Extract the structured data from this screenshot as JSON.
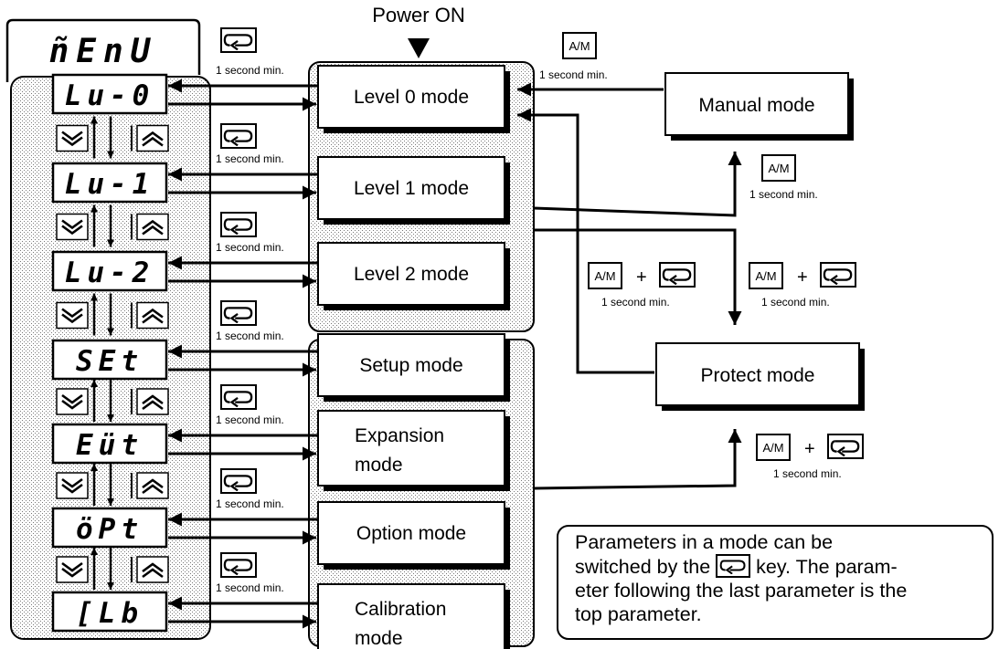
{
  "top_label": "Power ON",
  "menu_display": "ñEnU",
  "displays": [
    "Lu-0",
    "Lu-1",
    "Lu-2",
    "SEt",
    "Eüt",
    "öPt",
    "[Lb"
  ],
  "modes": [
    {
      "label": "Level 0 mode"
    },
    {
      "label": "Level 1 mode"
    },
    {
      "label": "Level 2 mode"
    },
    {
      "label": "Setup mode"
    },
    {
      "label": "Expansion",
      "label2": "mode"
    },
    {
      "label": "Option mode"
    },
    {
      "label": "Calibration",
      "label2": "mode"
    }
  ],
  "manual_mode": "Manual mode",
  "protect_mode": "Protect mode",
  "key_am": "A/M",
  "plus": "+",
  "one_second": "1 second min.",
  "note": {
    "line1": "Parameters in a mode can be",
    "line2a": "switched by the",
    "line2b": "key. The param-",
    "line3": "eter following the last parameter is the",
    "line4": "top parameter."
  }
}
